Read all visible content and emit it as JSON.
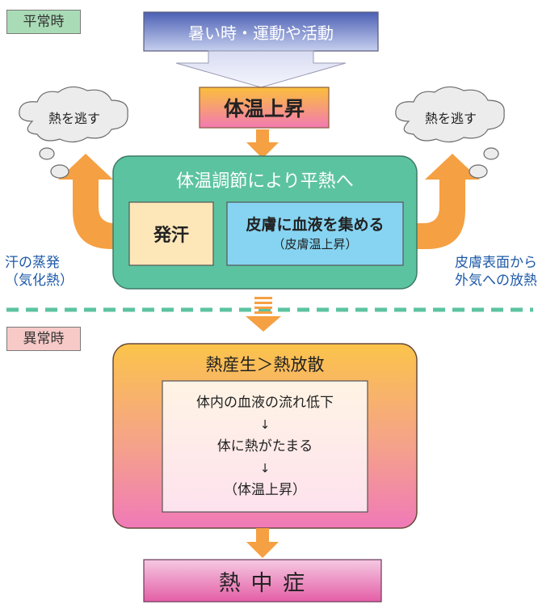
{
  "normal_label": "平常時",
  "abnormal_label": "異常時",
  "trigger": "暑い時・運動や活動",
  "temp_rise": "体温上昇",
  "cloud_left": "熱を逃す",
  "cloud_right": "熱を逃す",
  "regulation_title": "体温調節により平熱へ",
  "sweat": "発汗",
  "blood_main": "皮膚に血液を集める",
  "blood_sub": "（皮膚温上昇）",
  "left_caption": [
    "汗の蒸発",
    "（気化熱）"
  ],
  "right_caption": [
    "皮膚表面から",
    "外気への放熱"
  ],
  "abnormal_title": "熱産生＞熱放散",
  "abnormal_steps": [
    "体内の血液の流れ低下",
    "↓",
    "体に熱がたまる",
    "↓",
    "（体温上昇）"
  ],
  "result": "熱 中 症",
  "colors": {
    "green_panel": "#5cc3a0",
    "dashed_line": "#5cc3a0",
    "arrow_orange": "#f5a042",
    "blue_box": "#86d4f2",
    "cream_box": "#fde6b8",
    "caption_blue": "#1e5aa8"
  }
}
